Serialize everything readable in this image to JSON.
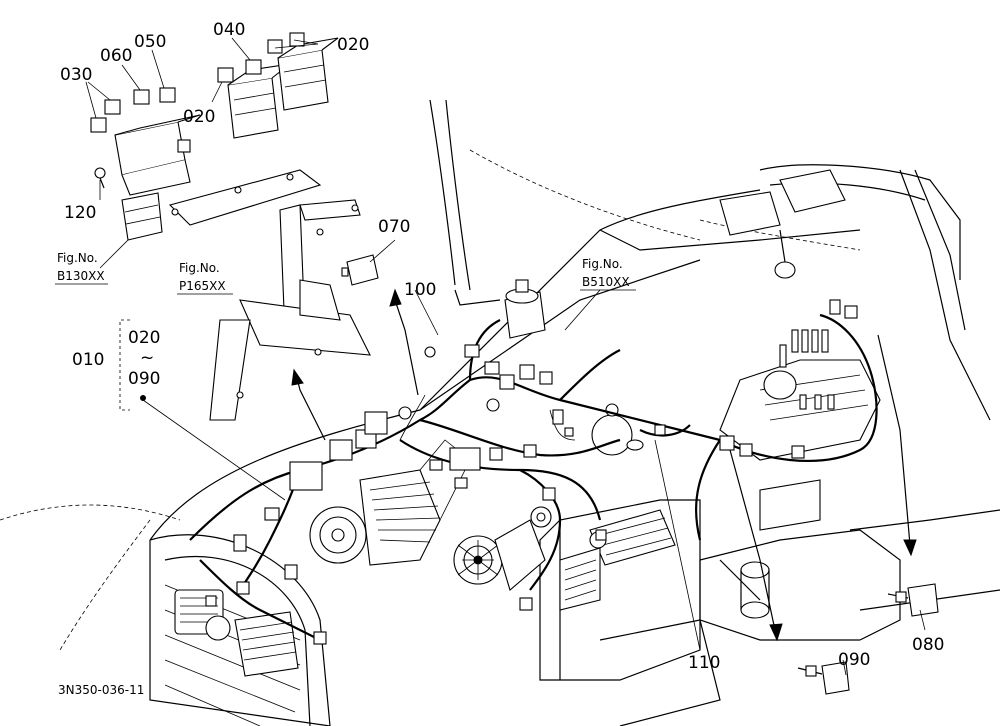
{
  "parts": {
    "p010": "010",
    "p020": "020",
    "p030": "030",
    "p040": "040",
    "p050": "050",
    "p060": "060",
    "p070": "070",
    "p080": "080",
    "p090": "090",
    "p100": "100",
    "p110": "110",
    "p120": "120",
    "range_start": "020",
    "range_tilde": "~",
    "range_end": "090"
  },
  "figrefs": [
    {
      "label": "Fig.No.",
      "code": "B130XX"
    },
    {
      "label": "Fig.No.",
      "code": "P165XX"
    },
    {
      "label": "Fig.No.",
      "code": "B510XX"
    }
  ],
  "drawing_code": "3N350-036-11"
}
